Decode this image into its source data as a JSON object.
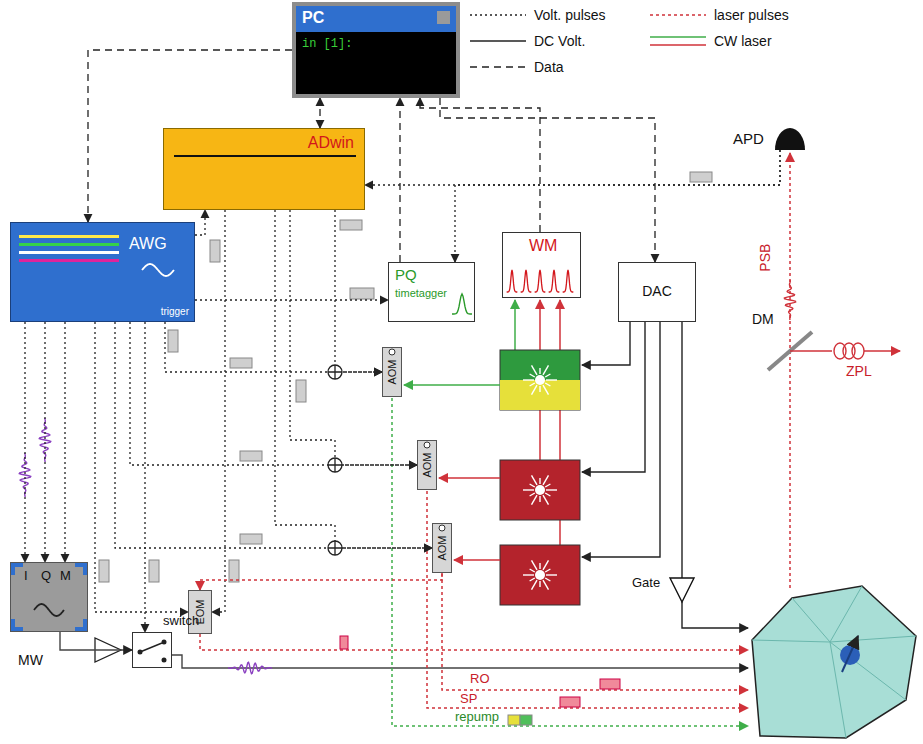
{
  "diagram": {
    "nodes": [
      {
        "text": [
          "PC",
          "in [1]:"
        ]
      },
      {
        "text": [
          "ADwin"
        ]
      },
      {
        "text": [
          "AWG",
          "trigger"
        ]
      },
      {
        "text": [
          "PQ",
          "timetagger"
        ]
      },
      {
        "text": [
          "WM"
        ]
      },
      {
        "text": [
          "DAC"
        ]
      },
      {
        "text": [
          "APD"
        ]
      },
      {
        "text": [
          "AOM"
        ]
      },
      {
        "text": [
          "AOM"
        ]
      },
      {
        "text": [
          "AOM"
        ]
      },
      {
        "text": [
          "EOM"
        ]
      },
      {
        "text": [
          "I",
          "Q",
          "M"
        ]
      },
      {
        "text": [
          "switch"
        ]
      },
      {
        "text": [
          "Gate"
        ]
      }
    ],
    "edges": [
      {
        "from": 0,
        "to": 2,
        "arrow": "to"
      },
      {
        "from": 1,
        "to": 0,
        "arrow": "both"
      },
      {
        "from": 3,
        "to": 0,
        "arrow": "to"
      },
      {
        "from": 4,
        "to": 0,
        "arrow": "to"
      },
      {
        "from": 0,
        "to": 5,
        "arrow": "to"
      },
      {
        "from": 6,
        "to": 1,
        "arrow": "to"
      },
      {
        "from": 6,
        "to": 3,
        "arrow": "to"
      },
      {
        "from": 2,
        "to": 1,
        "arrow": "to"
      },
      {
        "from": 2,
        "to": 3,
        "arrow": "to"
      },
      {
        "from": 2,
        "to": 7,
        "arrow": "to"
      },
      {
        "from": 1,
        "to": 7,
        "arrow": "to"
      },
      {
        "from": 2,
        "to": 8,
        "arrow": "to"
      },
      {
        "from": 1,
        "to": 8,
        "arrow": "to"
      },
      {
        "from": 2,
        "to": 9,
        "arrow": "to"
      },
      {
        "from": 1,
        "to": 9,
        "arrow": "to"
      },
      {
        "from": 2,
        "to": 10,
        "arrow": "to"
      },
      {
        "from": 1,
        "to": 10,
        "arrow": "to"
      },
      {
        "from": 9,
        "to": 10,
        "arrow": "to"
      },
      {
        "from": 2,
        "to": 11,
        "arrow": "to"
      },
      {
        "from": 2,
        "to": 11,
        "arrow": "to"
      },
      {
        "from": 2,
        "to": 11,
        "arrow": "to"
      },
      {
        "from": 2,
        "to": 12,
        "arrow": "to"
      },
      {
        "from": 11,
        "to": 12,
        "arrow": "to"
      },
      {
        "from": 5,
        "to": 13,
        "arrow": "none"
      }
    ],
    "labels": [
      "RO",
      "SP",
      "repump",
      "MW",
      "PSB",
      "DM",
      "ZPL"
    ],
    "legend": [
      {
        "text": "Volt. pulses"
      },
      {
        "text": "laser pulses"
      },
      {
        "text": "DC Volt."
      },
      {
        "text": "CW laser"
      },
      {
        "text": "Data"
      }
    ]
  }
}
